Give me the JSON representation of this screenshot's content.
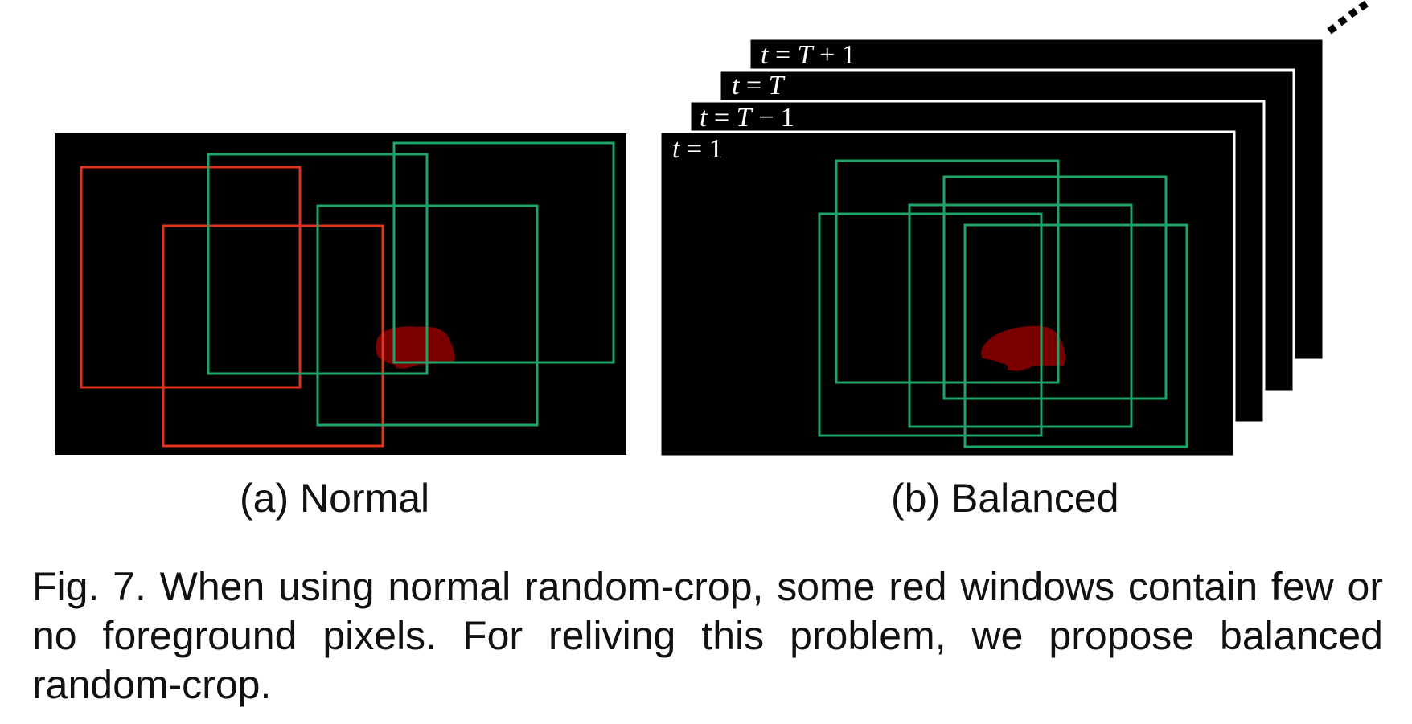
{
  "figure": {
    "panel_a": {
      "caption": "(a) Normal",
      "windows": [
        {
          "kind": "red",
          "role": "window without foreground"
        },
        {
          "kind": "red",
          "role": "window without foreground"
        },
        {
          "kind": "green",
          "role": "window with foreground"
        },
        {
          "kind": "green",
          "role": "window with foreground"
        },
        {
          "kind": "green",
          "role": "window with foreground"
        }
      ]
    },
    "panel_b": {
      "caption": "(b) Balanced",
      "frames": [
        {
          "label": "t = T + 1"
        },
        {
          "label": "t = T"
        },
        {
          "label": "t = T − 1"
        },
        {
          "label": "t = 1"
        }
      ],
      "windows": [
        {
          "kind": "green"
        },
        {
          "kind": "green"
        },
        {
          "kind": "green"
        },
        {
          "kind": "green"
        },
        {
          "kind": "green"
        }
      ]
    },
    "caption": "Fig. 7. When using normal random-crop, some red windows contain few or no foreground pixels. For reliving this problem, we propose balanced random-crop."
  },
  "colors": {
    "background": "#000000",
    "red_window": "#e0321c",
    "green_window": "#1fa56a",
    "foreground_blob": "#7a0000",
    "frame_border": "#ffffff"
  }
}
